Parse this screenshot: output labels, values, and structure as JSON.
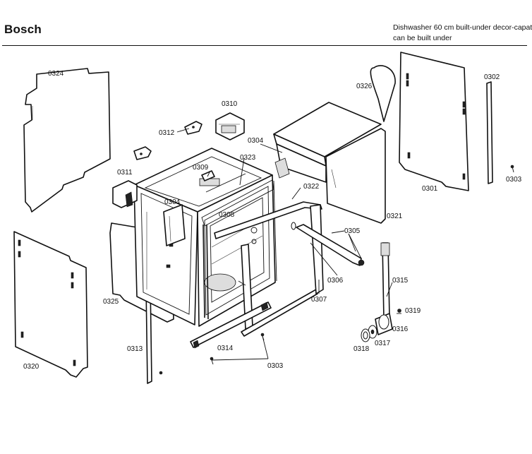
{
  "header": {
    "brand": "Bosch",
    "description_line1": "Dishwasher 60 cm built-under decor-capat",
    "description_line2": "can be built under"
  },
  "parts": {
    "p0324": "0324",
    "p0326": "0326",
    "p0302": "0302",
    "p0310": "0310",
    "p0312": "0312",
    "p0304a": "0304",
    "p0323": "0323",
    "p0309": "0309",
    "p0311": "0311",
    "p0304b": "0304",
    "p0322": "0322",
    "p0301": "0301",
    "p0303a": "0303",
    "p0308": "0308",
    "p0321": "0321",
    "p0305": "0305",
    "p0306": "0306",
    "p0307": "0307",
    "p0325": "0325",
    "p0315": "0315",
    "p0319": "0319",
    "p0316": "0316",
    "p0317": "0317",
    "p0318": "0318",
    "p0313": "0313",
    "p0314": "0314",
    "p0320": "0320",
    "p0303b": "0303"
  }
}
